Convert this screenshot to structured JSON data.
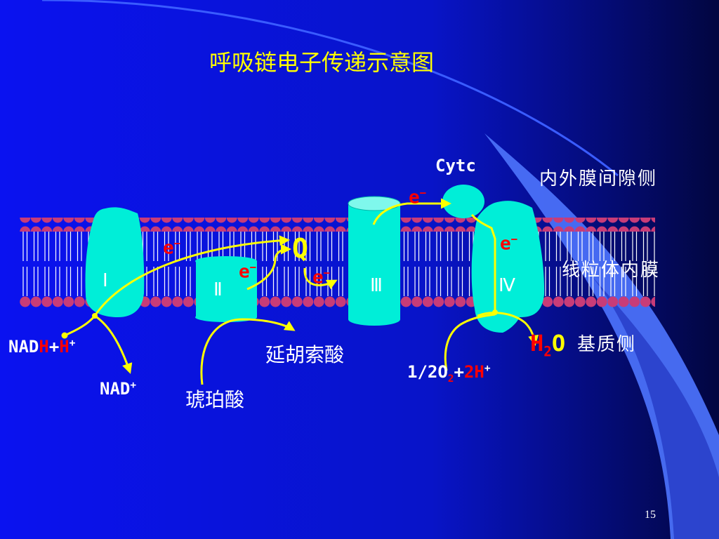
{
  "title": "呼吸链电子传递示意图",
  "labels": {
    "intermembrane_space": "内外膜间隙侧",
    "inner_membrane": "线粒体内膜",
    "matrix": "基质侧"
  },
  "complexes": {
    "c1": "Ⅰ",
    "c2": "Ⅱ",
    "c3": "Ⅲ",
    "c4": "Ⅳ"
  },
  "carriers": {
    "cytc": "Cytc",
    "q": "Q"
  },
  "electron": {
    "symbol": "e",
    "sign": "−"
  },
  "substrates": {
    "nadh_prefix": "NAD",
    "nadh_h": "H",
    "nadh_plus": "+",
    "nadh_hplus": "H",
    "nadh_hplus_sup": "+",
    "nad_plus": "NAD",
    "nad_plus_sup": "+",
    "succinate": "琥珀酸",
    "fumarate": "延胡索酸",
    "oxygen_prefix": "1/2O",
    "oxygen_sub": "2",
    "oxygen_plus": "+",
    "oxygen_2h": "2H",
    "oxygen_2h_sup": "+",
    "water_h": "H",
    "water_sub": "2",
    "water_o": "O"
  },
  "page_number": "15",
  "colors": {
    "background": "#0a12f0",
    "protein": "#00eed8",
    "lipid_head": "#c83c78",
    "arrow": "#ffff00",
    "highlight": "#ff0000"
  }
}
